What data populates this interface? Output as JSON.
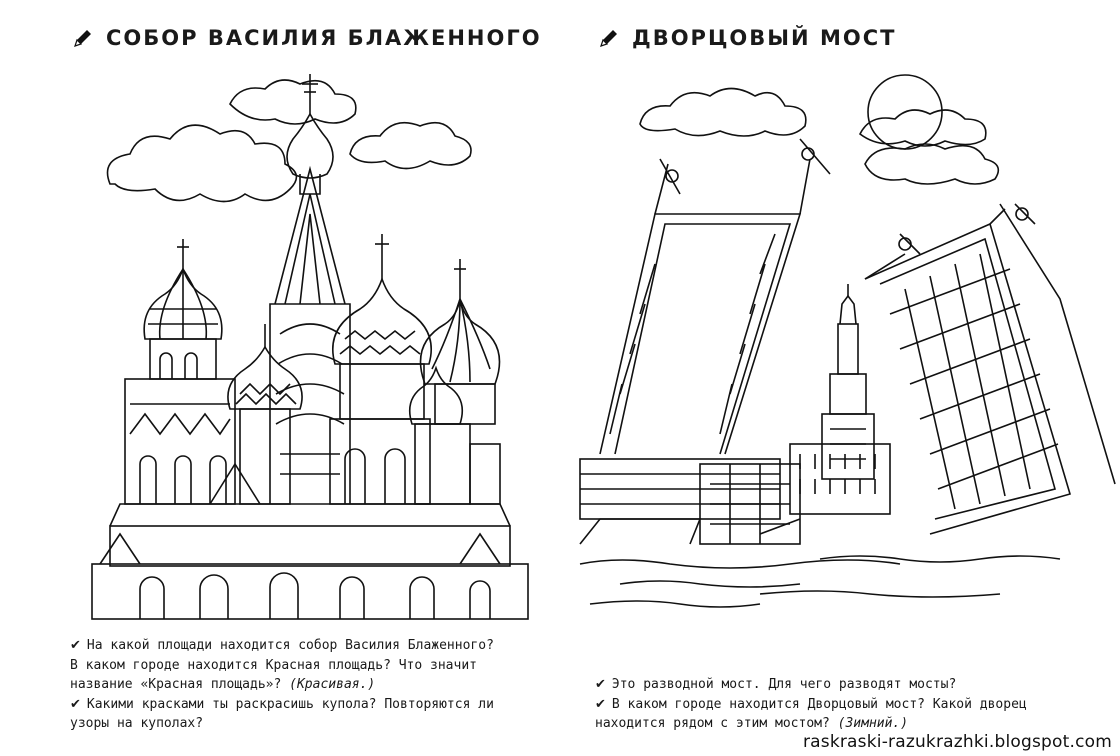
{
  "left": {
    "title": "СОБОР ВАСИЛИЯ БЛАЖЕННОГО",
    "icon": "pencil-icon",
    "questions": [
      {
        "lines": [
          "На какой площади находится собор Василия Блаженного?",
          "В каком городе находится Красная площадь? Что значит",
          "название «Красная площадь»?"
        ],
        "answer": "(Красивая.)"
      },
      {
        "lines": [
          "Какими красками ты раскрасишь купола? Повторяются ли",
          "узоры на куполах?"
        ],
        "answer": ""
      }
    ]
  },
  "right": {
    "title": "ДВОРЦОВЫЙ МОСТ",
    "icon": "pencil-icon",
    "questions": [
      {
        "lines": [
          "Это разводной мост. Для чего разводят мосты?"
        ],
        "answer": ""
      },
      {
        "lines": [
          "В каком городе находится Дворцовый мост? Какой дворец",
          "находится рядом с этим мостом?"
        ],
        "answer": "(Зимний.)"
      }
    ]
  },
  "watermark": "raskraski-razukrazhki.blogspot.com"
}
